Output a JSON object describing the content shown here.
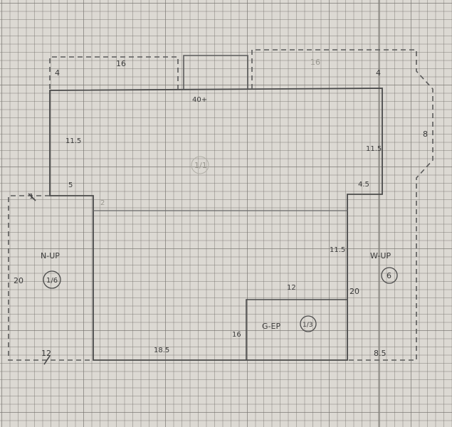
{
  "labels": {
    "top_left_dim": "16",
    "top_left_corner": "4",
    "top_right_dim": "16",
    "top_right_corner": "4",
    "main_top": "40+",
    "main_left": "11.5",
    "main_right": "11.5",
    "main_center": "1/1",
    "main_bl": "5",
    "main_bl_inner": "2",
    "main_br": "4.5",
    "right_bay": "8",
    "right_mid_left": "11.5",
    "right_mid_right": "20",
    "center_bottom": "18.5",
    "garage_top": "12",
    "garage_left": "16",
    "garage_label": "G-EP",
    "garage_id": "1/3",
    "left_wing_label": "N-UP",
    "left_wing_id": "1/6",
    "left_wing_height": "20",
    "left_wing_bottom": "12",
    "left_top_mark": "1",
    "right_wing_label": "W-UP",
    "right_wing_id": "6",
    "right_wing_bottom": "8.5"
  },
  "colors": {
    "paper": "#dcd9d3",
    "grid": "#787670",
    "line": "#4a4a4a"
  }
}
